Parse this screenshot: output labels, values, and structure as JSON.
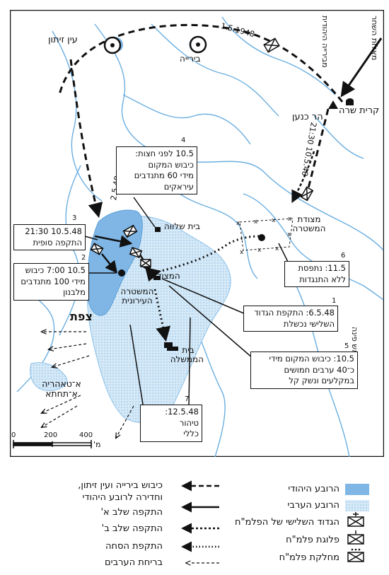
{
  "places": {
    "ein_zeitun": "עין זיתון",
    "biriya": "בירייה",
    "kiryat_shara": "קרית שרה",
    "har_kenaan": "הר כנען",
    "beit_shalva": "בית שלווה",
    "metzada": "המצודה",
    "mishtara_ironit": "המשטרה העירונית",
    "tsfat": "צפת",
    "beit_hamemshala": "בית הממשלה",
    "metzudat_hamishtara": "מצודת המשטרה",
    "taitaba": "א־טאהריה א־תחתא",
    "rosh_pina": "מראש פינה",
    "mibiriya_yehudit": "מבירייה היהודית",
    "maalot_hashachar": "מאלות השחר"
  },
  "dates": {
    "d1": "1.5.1948",
    "d2": "21:30 10.5.48",
    "d3": "2.5.48"
  },
  "boxes": {
    "b4": {
      "num": "4",
      "lines": [
        "10.5 לפני חצות:",
        "כיבוש המקום",
        "מידי 60 מתנדבים",
        "עיראקים"
      ]
    },
    "b3": {
      "num": "3",
      "lines": [
        "21:30 10.5.48",
        "התקפה סופית"
      ]
    },
    "b2": {
      "num": "2",
      "lines": [
        "10.5 7:00 כיבוש",
        "מידי 100 מתנדבים",
        "מלבנון"
      ]
    },
    "b6": {
      "num": "6",
      "lines": [
        "11.5: נתפסת",
        "ללא התנגדות"
      ]
    },
    "b1": {
      "num": "1",
      "lines": [
        "6.5.48: התקפת הגדוד",
        "השלישי נכשלת"
      ]
    },
    "b5": {
      "num": "5",
      "lines": [
        "10.5: כיבוש המקום מידי",
        "כ־40 ערבים חמושים",
        "במקלעים ונשק קל"
      ]
    },
    "b7": {
      "num": "7",
      "lines": [
        "12.5.48: טיהור",
        "כללי"
      ]
    }
  },
  "scale": {
    "t0": "0",
    "t1": "200",
    "t2": "400",
    "unit": "מ'"
  },
  "legend": {
    "jewish_quarter": "הרובע היהודי",
    "arab_quarter": "הרובע הערבי",
    "third_battalion": "הגדוד השלישי של הפלמ\"ח",
    "company": "פלוגת פלמ\"ח",
    "platoon": "מחלקת פלמ\"ח",
    "capture_line1": "כיבוש בירייה ועין זיתון,",
    "capture_line2": "וחדירה לרובע היהודי",
    "stage_a": "התקפה שלב א'",
    "stage_b": "התקפה שלב ב'",
    "diversion": "התקפת הסחה",
    "arab_flight": "בריחת הערבים"
  },
  "colors": {
    "jewish": "#7fb6e6",
    "arab": "#d6e9f7",
    "ink": "#111111",
    "contour": "#6aaee0"
  }
}
